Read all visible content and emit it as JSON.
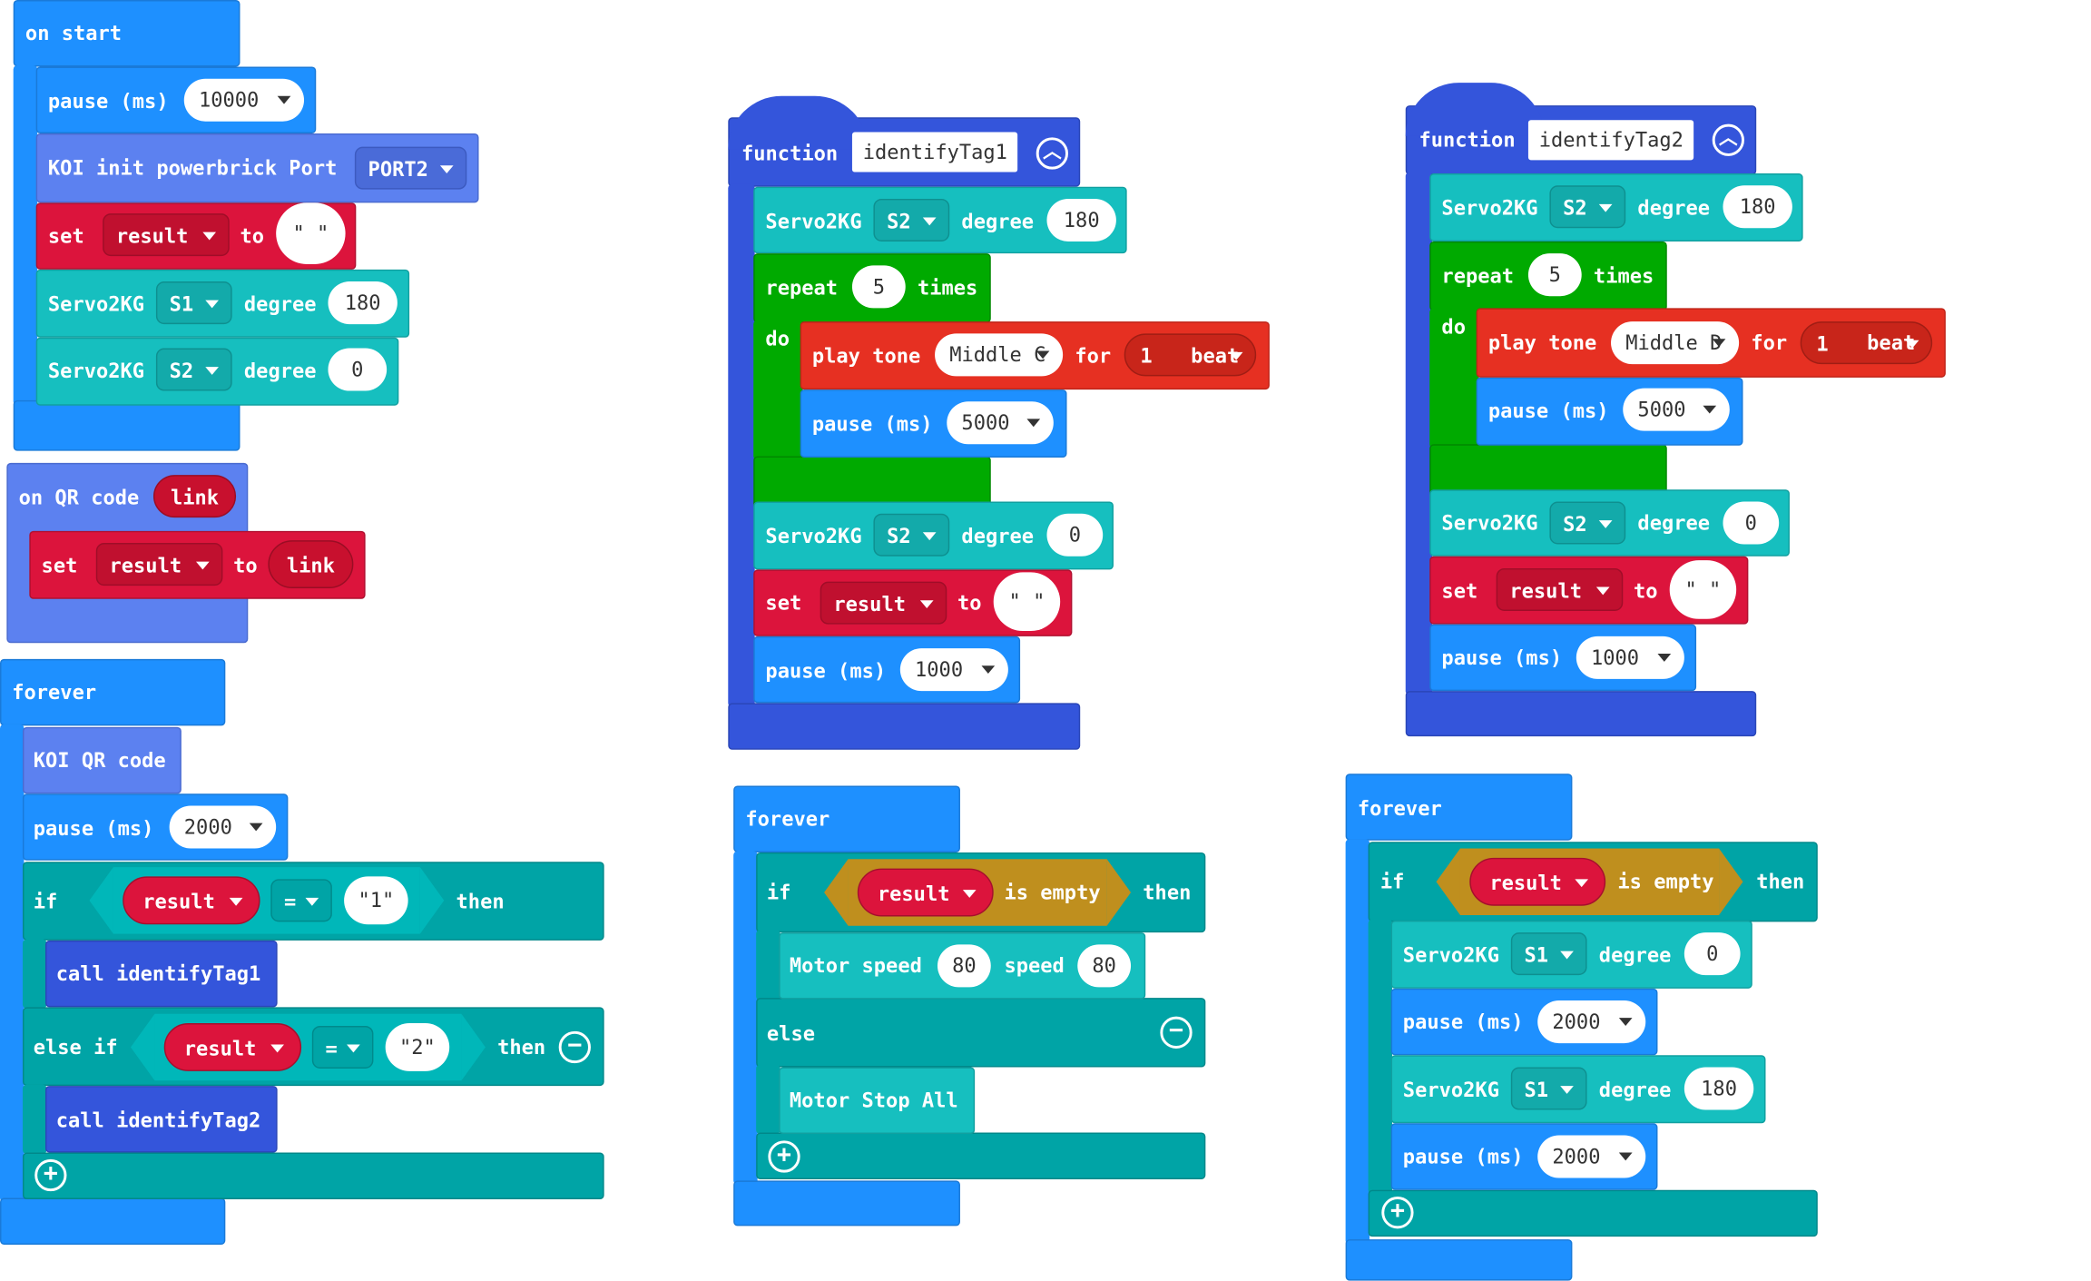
{
  "colors": {
    "event": "#1e90ff",
    "koi": "#5c81f0",
    "var": "#dc143c",
    "servo": "#16bfbf",
    "logic": "#00a4a6",
    "loops": "#00aa00",
    "music": "#e63022",
    "func": "#3455db",
    "empty": "#bf8f1e"
  },
  "icons": {
    "add": "plus-circle-icon",
    "remove": "minus-circle-icon",
    "collapse": "chevron-up-circle-icon",
    "dropdown": "caret-down-icon"
  },
  "on_start": {
    "hat": "on start",
    "pause_label": "pause (ms)",
    "pause_value": "10000",
    "koi_label": "KOI init powerbrick Port",
    "koi_port": "PORT2",
    "set_label": "set",
    "set_var": "result",
    "set_to": "to",
    "set_value": "\" \"",
    "servo1": {
      "label": "Servo2KG",
      "port": "S1",
      "degree_label": "degree",
      "degree": "180"
    },
    "servo2": {
      "label": "Servo2KG",
      "port": "S2",
      "degree_label": "degree",
      "degree": "0"
    }
  },
  "on_qr": {
    "hat": "on QR code",
    "param": "link",
    "set_label": "set",
    "set_var": "result",
    "set_to": "to",
    "set_value": "link"
  },
  "forever1": {
    "hat": "forever",
    "koi_qr": "KOI QR code",
    "pause_label": "pause (ms)",
    "pause_value": "2000",
    "if_label": "if",
    "cond1_var": "result",
    "cond1_op": "=",
    "cond1_val": "\"1\"",
    "then_label": "then",
    "call1": "call identifyTag1",
    "elseif_label": "else if",
    "cond2_var": "result",
    "cond2_op": "=",
    "cond2_val": "\"2\"",
    "then2_label": "then",
    "call2": "call identifyTag2"
  },
  "func1": {
    "label": "function",
    "name": "identifyTag1",
    "servo_a": {
      "label": "Servo2KG",
      "port": "S2",
      "degree_label": "degree",
      "degree": "180"
    },
    "repeat_label": "repeat",
    "repeat_count": "5",
    "times_label": "times",
    "do_label": "do",
    "tone_label": "play tone",
    "tone_note": "Middle C",
    "for_label": "for",
    "beat_count": "1",
    "beat_label": "beat",
    "inner_pause_label": "pause (ms)",
    "inner_pause_value": "5000",
    "servo_b": {
      "label": "Servo2KG",
      "port": "S2",
      "degree_label": "degree",
      "degree": "0"
    },
    "set_label": "set",
    "set_var": "result",
    "set_to": "to",
    "set_value": "\" \"",
    "pause_label": "pause (ms)",
    "pause_value": "1000"
  },
  "func2": {
    "label": "function",
    "name": "identifyTag2",
    "servo_a": {
      "label": "Servo2KG",
      "port": "S2",
      "degree_label": "degree",
      "degree": "180"
    },
    "repeat_label": "repeat",
    "repeat_count": "5",
    "times_label": "times",
    "do_label": "do",
    "tone_label": "play tone",
    "tone_note": "Middle D",
    "for_label": "for",
    "beat_count": "1",
    "beat_label": "beat",
    "inner_pause_label": "pause (ms)",
    "inner_pause_value": "5000",
    "servo_b": {
      "label": "Servo2KG",
      "port": "S2",
      "degree_label": "degree",
      "degree": "0"
    },
    "set_label": "set",
    "set_var": "result",
    "set_to": "to",
    "set_value": "\" \"",
    "pause_label": "pause (ms)",
    "pause_value": "1000"
  },
  "forever2": {
    "hat": "forever",
    "if_label": "if",
    "cond_var": "result",
    "is_empty": "is empty",
    "then_label": "then",
    "motor_label": "Motor speed",
    "speed1": "80",
    "speed_label": "speed",
    "speed2": "80",
    "else_label": "else",
    "motor_stop": "Motor Stop All"
  },
  "forever3": {
    "hat": "forever",
    "if_label": "if",
    "cond_var": "result",
    "is_empty": "is empty",
    "then_label": "then",
    "servo_a": {
      "label": "Servo2KG",
      "port": "S1",
      "degree_label": "degree",
      "degree": "0"
    },
    "pause1_label": "pause (ms)",
    "pause1_value": "2000",
    "servo_b": {
      "label": "Servo2KG",
      "port": "S1",
      "degree_label": "degree",
      "degree": "180"
    },
    "pause2_label": "pause (ms)",
    "pause2_value": "2000"
  }
}
